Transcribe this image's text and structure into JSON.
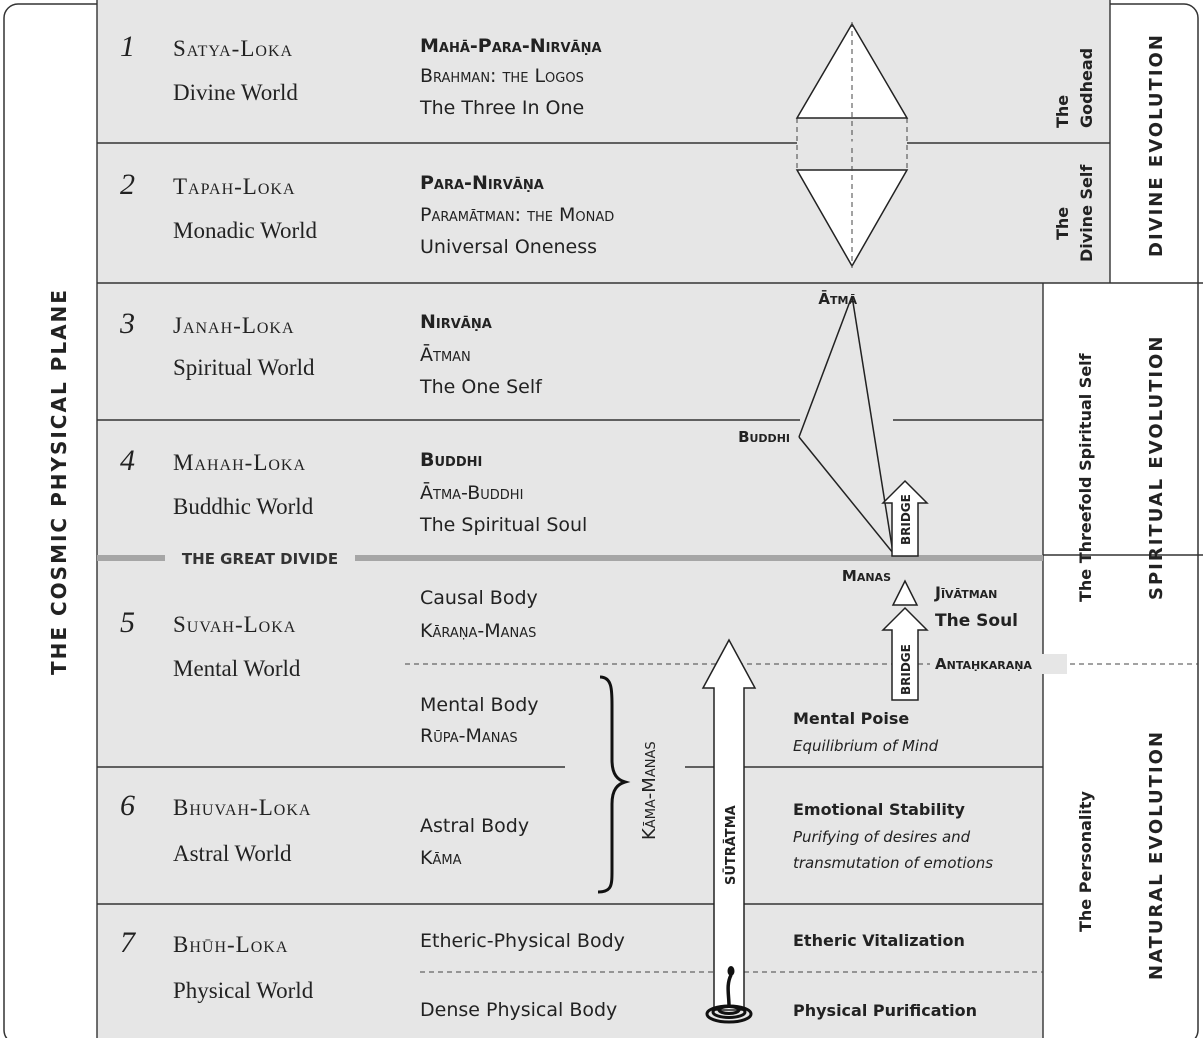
{
  "cosmic_plane_label": "THE COSMIC PHYSICAL PLANE",
  "lokas": [
    {
      "number": "1",
      "name": "Satya-Loka",
      "world": "Divine World",
      "lines": [
        {
          "text": "Mahā-Para-Nirvāṇa",
          "style": "bold-smallcaps"
        },
        {
          "text": "Brahman: the Logos",
          "style": "smallcaps"
        },
        {
          "text": "The Three In One",
          "style": "plain"
        }
      ]
    },
    {
      "number": "2",
      "name": "Tapah-Loka",
      "world": "Monadic World",
      "lines": [
        {
          "text": "Para-Nirvāṇa",
          "style": "bold-smallcaps"
        },
        {
          "text": "Paramātman: the Monad",
          "style": "smallcaps"
        },
        {
          "text": "Universal Oneness",
          "style": "plain"
        }
      ]
    },
    {
      "number": "3",
      "name": "Janah-Loka",
      "world": "Spiritual World",
      "lines": [
        {
          "text": "Nirvāṇa",
          "style": "bold-smallcaps"
        },
        {
          "text": "Ātman",
          "style": "smallcaps"
        },
        {
          "text": "The One Self",
          "style": "plain"
        }
      ]
    },
    {
      "number": "4",
      "name": "Mahah-Loka",
      "world": "Buddhic World",
      "lines": [
        {
          "text": "Buddhi",
          "style": "bold-smallcaps"
        },
        {
          "text": "Ātma-Buddhi",
          "style": "smallcaps"
        },
        {
          "text": "The Spiritual Soul",
          "style": "plain"
        }
      ]
    },
    {
      "number": "5",
      "name": "Suvah-Loka",
      "world": "Mental World",
      "lines": [
        {
          "text": "Causal Body",
          "style": "plain"
        },
        {
          "text": "Kāraṇa-Manas",
          "style": "smallcaps"
        },
        {
          "text": "Mental Body",
          "style": "plain"
        },
        {
          "text": "Rūpa-Manas",
          "style": "smallcaps"
        }
      ]
    },
    {
      "number": "6",
      "name": "Bhuvah-Loka",
      "world": "Astral World",
      "lines": [
        {
          "text": "Astral Body",
          "style": "plain"
        },
        {
          "text": "Kāma",
          "style": "smallcaps"
        }
      ]
    },
    {
      "number": "7",
      "name": "Bhūh-Loka",
      "world": "Physical World",
      "lines": [
        {
          "text": "Etheric-Physical Body",
          "style": "plain"
        },
        {
          "text": "Dense Physical Body",
          "style": "plain"
        }
      ]
    }
  ],
  "great_divide": "THE GREAT DIVIDE",
  "kama_manas": "Kāma-Manas",
  "diagram_labels": {
    "atma": "Ātmā",
    "buddhi": "Buddhi",
    "manas": "Manas",
    "bridge": "BRIDGE",
    "jivatman": "Jīvātman",
    "soul": "The Soul",
    "antahkarana": "Antaḥkaraṇa",
    "sutratma": "SŪTRĀTMA"
  },
  "right_column": [
    {
      "title": "Mental Poise",
      "subtitle": [
        "Equilibrium of Mind"
      ]
    },
    {
      "title": "Emotional Stability",
      "subtitle": [
        "Purifying of desires and",
        "transmutation of emotions"
      ]
    },
    {
      "title": "Etheric Vitalization",
      "subtitle": []
    },
    {
      "title": "Physical Purification",
      "subtitle": []
    }
  ],
  "self_labels": {
    "godhead": [
      "The",
      "Godhead"
    ],
    "divine_self": [
      "The",
      "Divine Self"
    ],
    "threefold": "The Threefold Spiritual Self",
    "personality": "The Personality"
  },
  "evolutions": {
    "divine": "DIVINE  EVOLUTION",
    "spiritual": "SPIRITUAL  EVOLUTION",
    "natural": "NATURAL  EVOLUTION"
  },
  "colors": {
    "gray_fill": "#e6e6e6",
    "border": "#333333",
    "divide_bar": "#a6a6a6",
    "line": "#222222"
  }
}
